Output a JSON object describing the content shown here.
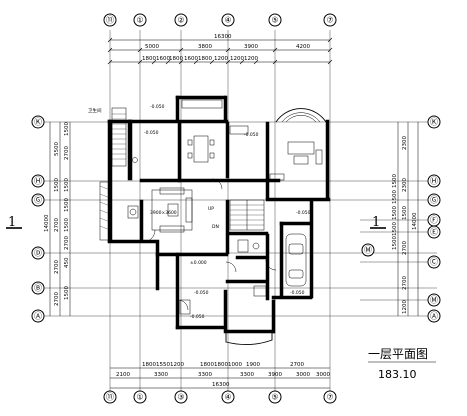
{
  "drawing": {
    "title": "一层平面图",
    "area": "183.10",
    "section_mark_left": "1",
    "section_mark_right": "1"
  },
  "axes": {
    "top": [
      "⑪",
      "①",
      "②",
      "④",
      "⑤",
      "⑦"
    ],
    "bottom": [
      "⑪",
      "①",
      "③",
      "④",
      "⑤",
      "⑦"
    ],
    "left": [
      "Ⓚ",
      "Ⓗ",
      "Ⓖ",
      "Ⓓ",
      "Ⓑ",
      "Ⓐ"
    ],
    "right": [
      "Ⓚ",
      "Ⓗ",
      "Ⓖ",
      "Ⓕ",
      "Ⓔ",
      "Ⓜ",
      "Ⓒ",
      "Ⓜ",
      "Ⓐ"
    ]
  },
  "dimensions": {
    "top_total": "16300",
    "top_row1": [
      "5000",
      "3800",
      "3900",
      "4200"
    ],
    "top_row2": [
      "1800",
      "1600",
      "1800",
      "1600",
      "1800",
      "1200",
      "1200",
      "1200"
    ],
    "bottom_row1": [
      "1800",
      "1550",
      "1200",
      "1800",
      "1800",
      "1000",
      "1900",
      "2700"
    ],
    "bottom_row2": [
      "2100",
      "3300",
      "3300",
      "3300",
      "3900",
      "3000",
      "3000"
    ],
    "bottom_total": "16300",
    "left_outer": [
      "5500",
      "1500",
      "2700",
      "2700",
      "2700"
    ],
    "left_outer_total": "14000",
    "left_inner": [
      "1500",
      "2700",
      "1500",
      "1500",
      "1500",
      "2700",
      "450",
      "1500"
    ],
    "right_outer": [
      "2300",
      "2300",
      "1500",
      "2700",
      "2700",
      "1200"
    ],
    "right_outer_total": "14000",
    "right_inner": [
      "1500",
      "1500",
      "1500",
      "1500",
      "1500"
    ]
  },
  "rooms": {
    "levels": [
      "-0.050",
      "±0.000",
      "-0.050",
      "-0.050",
      "-0.050",
      "-0.050",
      "-0.050",
      "-0.050"
    ],
    "markers": [
      "卫生间",
      "3900×3600",
      "UP",
      "DN"
    ]
  }
}
